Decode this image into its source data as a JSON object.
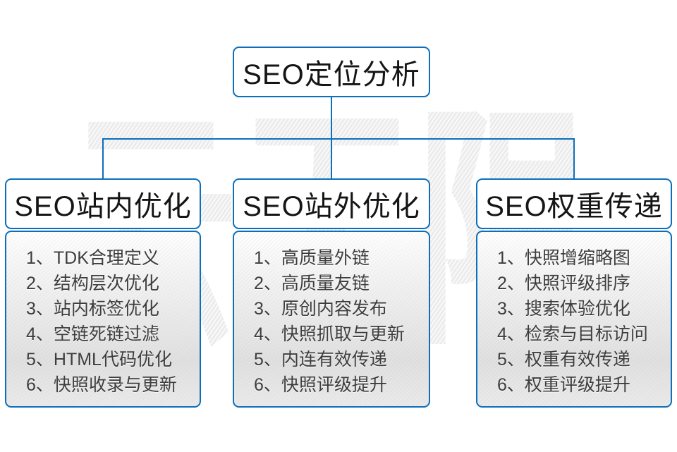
{
  "diagram": {
    "watermark": "云无限",
    "root": {
      "title": "SEO定位分析"
    },
    "columns": [
      {
        "title": "SEO站内优化",
        "items": [
          "1、TDK合理定义",
          "2、结构层次优化",
          "3、站内标签优化",
          "4、空链死链过滤",
          "5、HTML代码优化",
          "6、快照收录与更新"
        ]
      },
      {
        "title": "SEO站外优化",
        "items": [
          "1、高质量外链",
          "2、高质量友链",
          "3、原创内容发布",
          "4、快照抓取与更新",
          "5、内连有效传递",
          "6、快照评级提升"
        ]
      },
      {
        "title": "SEO权重传递",
        "items": [
          "1、快照增缩略图",
          "2、快照评级排序",
          "3、搜索体验优化",
          "4、检索与目标访问",
          "5、权重有效传递",
          "6、权重评级提升"
        ]
      }
    ],
    "colors": {
      "line": "#0d6fba",
      "border": "#0d6fba"
    }
  }
}
